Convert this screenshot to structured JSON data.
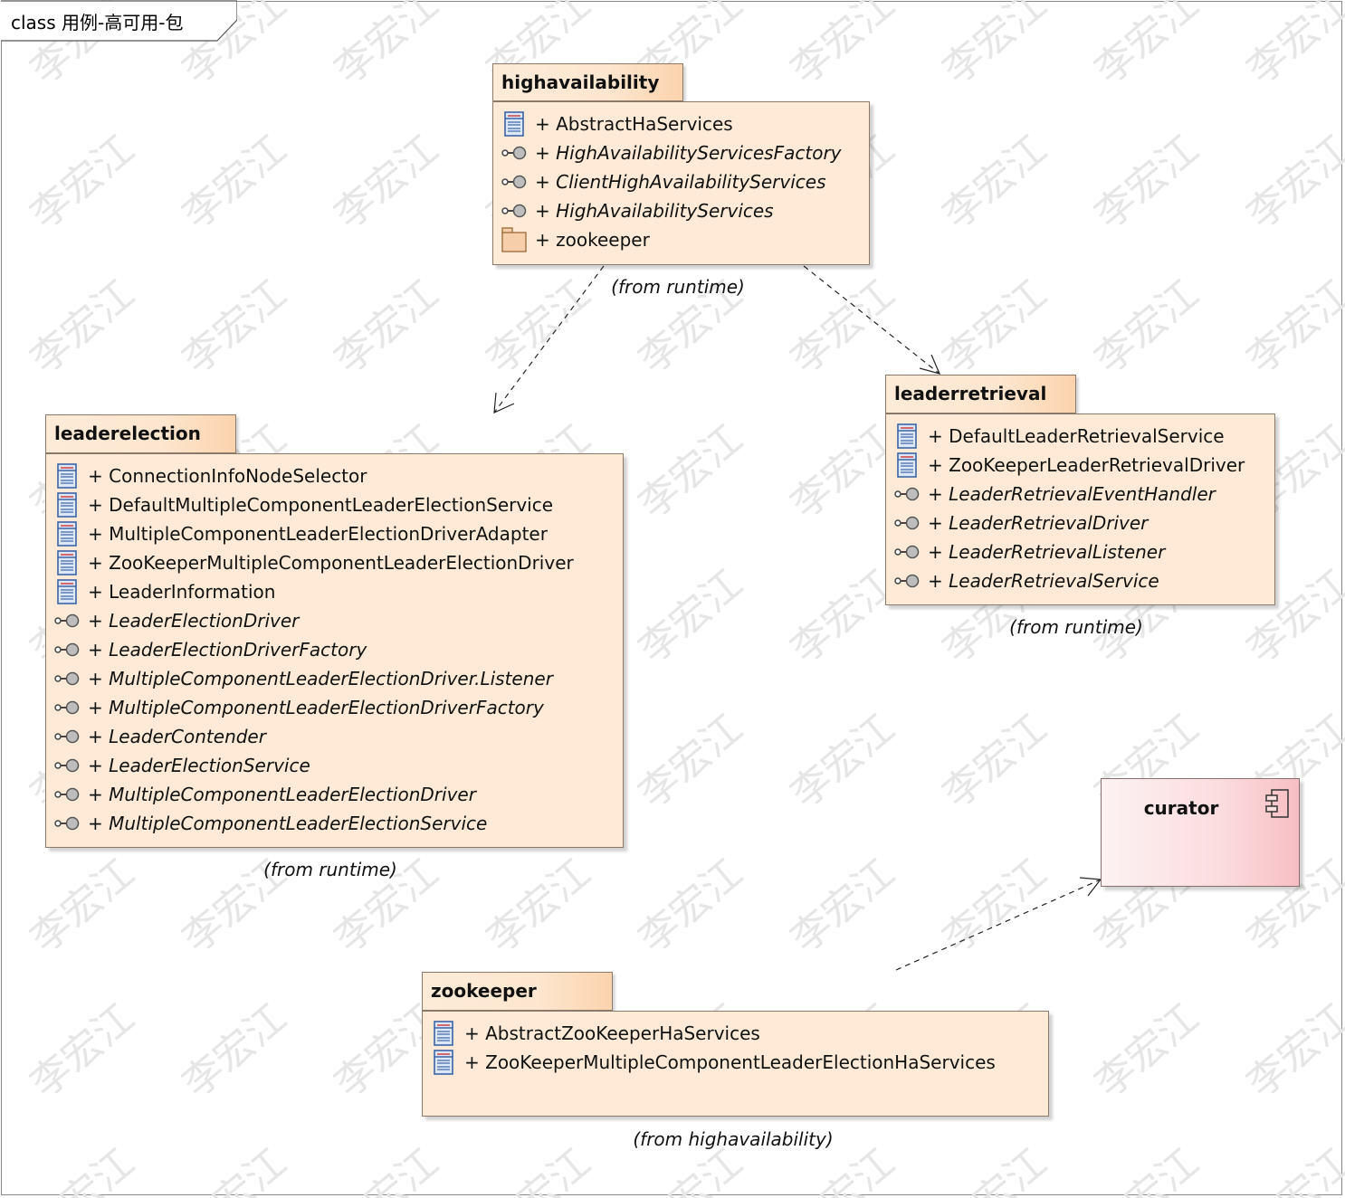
{
  "diagram": {
    "title": "class 用例-高可用-包",
    "watermark_text": "李宏江"
  },
  "packages": {
    "highavailability": {
      "name": "highavailability",
      "from": "(from runtime)",
      "items": [
        {
          "kind": "class",
          "label": "+ AbstractHaServices"
        },
        {
          "kind": "interface",
          "label": "+ HighAvailabilityServicesFactory"
        },
        {
          "kind": "interface",
          "label": "+ ClientHighAvailabilityServices"
        },
        {
          "kind": "interface",
          "label": "+ HighAvailabilityServices"
        },
        {
          "kind": "package",
          "label": "+ zookeeper"
        }
      ]
    },
    "leaderretrieval": {
      "name": "leaderretrieval",
      "from": "(from runtime)",
      "items": [
        {
          "kind": "class",
          "label": "+ DefaultLeaderRetrievalService"
        },
        {
          "kind": "class",
          "label": "+ ZooKeeperLeaderRetrievalDriver"
        },
        {
          "kind": "interface",
          "label": "+ LeaderRetrievalEventHandler"
        },
        {
          "kind": "interface",
          "label": "+ LeaderRetrievalDriver"
        },
        {
          "kind": "interface",
          "label": "+ LeaderRetrievalListener"
        },
        {
          "kind": "interface",
          "label": "+ LeaderRetrievalService"
        }
      ]
    },
    "leaderelection": {
      "name": "leaderelection",
      "from": "(from runtime)",
      "items": [
        {
          "kind": "class",
          "label": "+ ConnectionInfoNodeSelector"
        },
        {
          "kind": "class",
          "label": "+ DefaultMultipleComponentLeaderElectionService"
        },
        {
          "kind": "class",
          "label": "+ MultipleComponentLeaderElectionDriverAdapter"
        },
        {
          "kind": "class",
          "label": "+ ZooKeeperMultipleComponentLeaderElectionDriver"
        },
        {
          "kind": "class",
          "label": "+ LeaderInformation"
        },
        {
          "kind": "interface",
          "label": "+ LeaderElectionDriver"
        },
        {
          "kind": "interface",
          "label": "+ LeaderElectionDriverFactory"
        },
        {
          "kind": "interface",
          "label": "+ MultipleComponentLeaderElectionDriver.Listener"
        },
        {
          "kind": "interface",
          "label": "+ MultipleComponentLeaderElectionDriverFactory"
        },
        {
          "kind": "interface",
          "label": "+ LeaderContender"
        },
        {
          "kind": "interface",
          "label": "+ LeaderElectionService"
        },
        {
          "kind": "interface",
          "label": "+ MultipleComponentLeaderElectionDriver"
        },
        {
          "kind": "interface",
          "label": "+ MultipleComponentLeaderElectionService"
        }
      ]
    },
    "zookeeper": {
      "name": "zookeeper",
      "from": "(from highavailability)",
      "items": [
        {
          "kind": "class",
          "label": "+ AbstractZooKeeperHaServices"
        },
        {
          "kind": "class",
          "label": "+ ZooKeeperMultipleComponentLeaderElectionHaServices"
        }
      ]
    }
  },
  "components": {
    "curator": {
      "name": "curator"
    }
  },
  "dependencies": [
    {
      "from": "highavailability",
      "to": "leaderelection"
    },
    {
      "from": "highavailability",
      "to": "leaderretrieval"
    },
    {
      "from": "zookeeper",
      "to": "curator"
    }
  ]
}
